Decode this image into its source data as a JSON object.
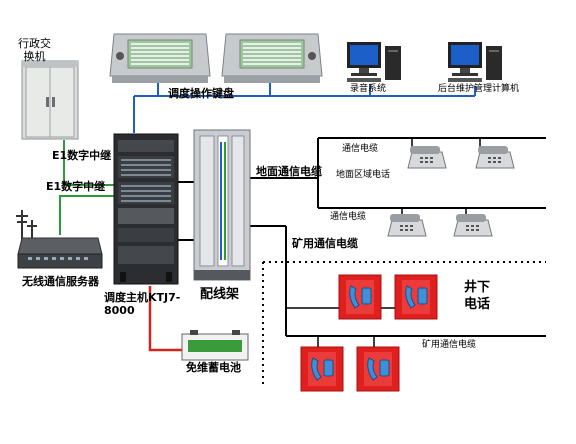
{
  "labels": {
    "admin_exchange": "行政交\n换机",
    "dispatch_keyboard": "调度操作键盘",
    "recording_system": "录音系统",
    "backend_pc": "后台维护管理计算机",
    "e1_trunk_1": "E1数字中继",
    "e1_trunk_2": "E1数字中继",
    "wireless_server": "无线通信服务器",
    "dispatch_host": "调度主机KTJ7-\n8000",
    "distribution_frame": "配线架",
    "battery": "免维蓄电池",
    "ground_cable": "地面通信电缆",
    "comm_cable_1": "通信电缆",
    "ground_area_phone": "地面区域电话",
    "comm_cable_2": "通信电缆",
    "mine_cable_1": "矿用通信电缆",
    "underground_phone": "井下\n电话",
    "mine_cable_2": "矿用通信电缆"
  },
  "colors": {
    "line_dark": "#000000",
    "line_green": "#2e9a3a",
    "line_blue": "#1f5fc0",
    "line_red": "#d0261c",
    "phone_box_red": "#e01f1f",
    "phone_blue": "#3f8fd8",
    "rack_dark": "#2b2d31",
    "frame_gray": "#c9ccd1"
  },
  "icons": {
    "exchange": "cabinet-icon",
    "keyboard": "dispatch-console-icon",
    "computer": "desktop-computer-icon",
    "rack": "server-rack-icon",
    "frame": "distribution-frame-icon",
    "phone": "desk-phone-icon",
    "mine_phone": "explosion-proof-phone-icon",
    "battery": "battery-icon",
    "wireless": "wireless-server-icon"
  }
}
